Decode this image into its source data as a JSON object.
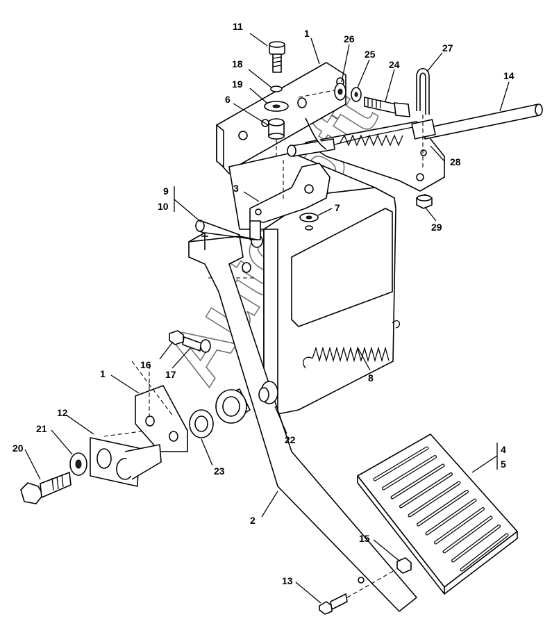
{
  "watermark": "AutoSoft",
  "callouts": [
    {
      "id": "c11",
      "text": "11"
    },
    {
      "id": "c1a",
      "text": "1"
    },
    {
      "id": "c26",
      "text": "26"
    },
    {
      "id": "c25",
      "text": "25"
    },
    {
      "id": "c24",
      "text": "24"
    },
    {
      "id": "c27",
      "text": "27"
    },
    {
      "id": "c14",
      "text": "14"
    },
    {
      "id": "c18",
      "text": "18"
    },
    {
      "id": "c19",
      "text": "19"
    },
    {
      "id": "c6",
      "text": "6"
    },
    {
      "id": "c28",
      "text": "28"
    },
    {
      "id": "c3",
      "text": "3"
    },
    {
      "id": "c9",
      "text": "9"
    },
    {
      "id": "c10",
      "text": "10"
    },
    {
      "id": "c7",
      "text": "7"
    },
    {
      "id": "c29",
      "text": "29"
    },
    {
      "id": "c8",
      "text": "8"
    },
    {
      "id": "c16",
      "text": "16"
    },
    {
      "id": "c17",
      "text": "17"
    },
    {
      "id": "c1b",
      "text": "1"
    },
    {
      "id": "c12",
      "text": "12"
    },
    {
      "id": "c21",
      "text": "21"
    },
    {
      "id": "c20",
      "text": "20"
    },
    {
      "id": "c23",
      "text": "23"
    },
    {
      "id": "c22",
      "text": "22"
    },
    {
      "id": "c4",
      "text": "4"
    },
    {
      "id": "c5",
      "text": "5"
    },
    {
      "id": "c2",
      "text": "2"
    },
    {
      "id": "c15",
      "text": "15"
    },
    {
      "id": "c13",
      "text": "13"
    }
  ]
}
